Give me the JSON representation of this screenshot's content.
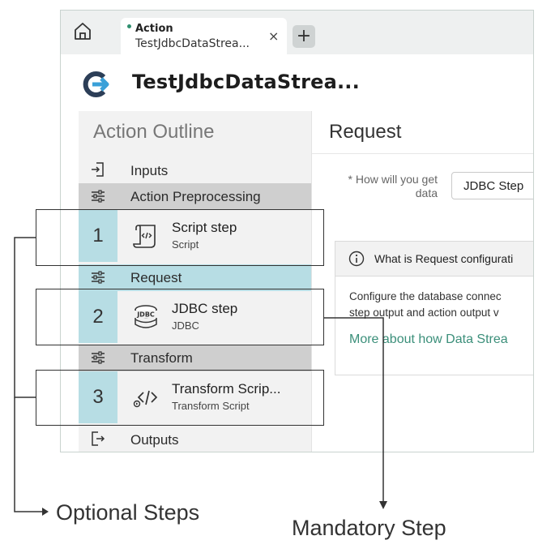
{
  "tab": {
    "kind": "Action",
    "title": "TestJdbcDataStrea...",
    "close": "×",
    "new_tab": "+"
  },
  "header": {
    "title": "TestJdbcDataStrea..."
  },
  "sidebar": {
    "title": "Action Outline",
    "inputs_label": "Inputs",
    "preprocessing_label": "Action Preprocessing",
    "request_label": "Request",
    "transform_label": "Transform",
    "outputs_label": "Outputs",
    "steps": [
      {
        "number": "1",
        "title": "Script step",
        "subtitle": "Script"
      },
      {
        "number": "2",
        "title": "JDBC step",
        "subtitle": "JDBC"
      },
      {
        "number": "3",
        "title": "Transform Scrip...",
        "subtitle": "Transform Script"
      }
    ]
  },
  "main": {
    "title": "Request",
    "question_label": "* How will you get data",
    "select_value": "JDBC Step",
    "info_heading": "What is Request configurati",
    "info_body_1": "Configure the database connec",
    "info_body_2": "step output and action output v",
    "info_link": "More about how Data Strea"
  },
  "annotations": {
    "optional": "Optional Steps",
    "mandatory": "Mandatory Step"
  },
  "colors": {
    "accent": "#3b8f7a",
    "step_number_bg": "#b7dde4",
    "section_gray": "#cfcfcf"
  }
}
